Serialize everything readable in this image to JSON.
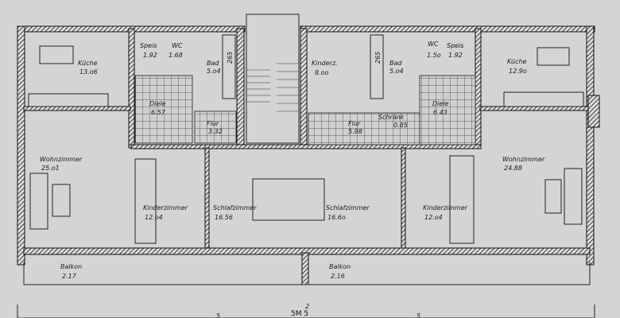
{
  "rooms": {
    "kueche_l": {
      "name": "Küche",
      "area": "13.o6"
    },
    "speis_l": {
      "name": "Speis",
      "area": "1.92"
    },
    "wc_l": {
      "name": "WC",
      "area": "1.68"
    },
    "bad_l": {
      "name": "Bad",
      "area": "5.o4"
    },
    "bath_dim_l": "265",
    "diele_l": {
      "name": "Diele",
      "area": "6.57"
    },
    "flur_l": {
      "name": "Flur",
      "area": "3.32"
    },
    "wohn_l": {
      "name": "Wohnzimmer",
      "area": "25.o1"
    },
    "kinder_l": {
      "name": "Kinderzimmer",
      "area": "12.o4"
    },
    "schlaf_l": {
      "name": "Schlafzimmer",
      "area": "16.56"
    },
    "balkon_l": {
      "name": "Balkon",
      "area": "2.17"
    },
    "kinderz_r": {
      "name": "Kinderz.",
      "area": "8.oo"
    },
    "bad_r": {
      "name": "Bad",
      "area": "5.o4"
    },
    "bath_dim_r": "265",
    "wc_r": {
      "name": "WC",
      "area": "1.5o"
    },
    "speis_r": {
      "name": "Speis",
      "area": "1.92"
    },
    "kueche_r": {
      "name": "Küche",
      "area": "12.9o"
    },
    "diele_r": {
      "name": "Diele",
      "area": "6.43"
    },
    "schrank_r": {
      "name": "Schränk",
      "area": "0.85"
    },
    "flur_r": {
      "name": "Flur",
      "area": "5.98"
    },
    "wohn_r": {
      "name": "Wohnzimmer",
      "area": "24.88"
    },
    "kinder_r": {
      "name": "Kinderzimmer",
      "area": "12.o4"
    },
    "schlaf_r": {
      "name": "Schlafzimmer",
      "area": "16.6o"
    },
    "balkon_r": {
      "name": "Balkon",
      "area": "2.16"
    }
  },
  "dimensions": {
    "center": "2",
    "mark_a": "5",
    "mark_b": "5M 5",
    "mark_c": "5"
  }
}
